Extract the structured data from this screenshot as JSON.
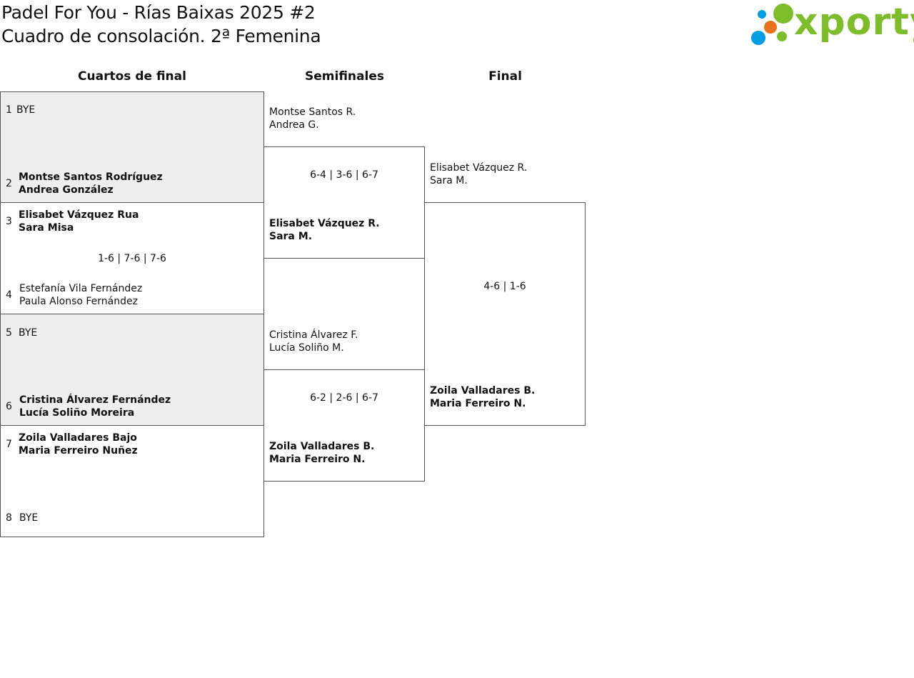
{
  "header": {
    "title_line1": "Padel For You - Rías Baixas 2025 #2",
    "title_line2": "Cuadro de consolación. 2ª Femenina"
  },
  "logo": {
    "text": "xporty",
    "color": "#7dbd2a",
    "dot_colors": [
      "#009ee3",
      "#e8731a",
      "#7dbd2a"
    ]
  },
  "rounds": [
    "Cuartos de final",
    "Semifinales",
    "Final"
  ],
  "quarterfinals": [
    {
      "seed_a": "1",
      "a": [
        "BYE"
      ],
      "seed_b": "2",
      "b": [
        "Montse Santos Rodríguez",
        "Andrea González"
      ],
      "score": ""
    },
    {
      "seed_a": "3",
      "a": [
        "Elisabet Vázquez Rua",
        "Sara Misa"
      ],
      "seed_b": "4",
      "b": [
        "Estefanía Vila Fernández",
        "Paula Alonso Fernández"
      ],
      "score": "1-6 | 7-6 | 7-6"
    },
    {
      "seed_a": "5",
      "a": [
        "BYE"
      ],
      "seed_b": "6",
      "b": [
        "Cristina Álvarez Fernández",
        "Lucía Soliño Moreira"
      ],
      "score": ""
    },
    {
      "seed_a": "7",
      "a": [
        "Zoila Valladares Bajo",
        "Maria Ferreiro Nuñez"
      ],
      "seed_b": "8",
      "b": [
        "BYE"
      ],
      "score": ""
    }
  ],
  "semifinals": [
    {
      "a": [
        "Montse Santos R.",
        "Andrea G."
      ],
      "b": [
        "Elisabet Vázquez R.",
        "Sara M."
      ],
      "score": "6-4 | 3-6 | 6-7"
    },
    {
      "a": [
        "Cristina Álvarez F.",
        "Lucía Soliño M."
      ],
      "b": [
        "Zoila Valladares B.",
        "Maria Ferreiro N."
      ],
      "score": "6-2 | 2-6 | 6-7"
    }
  ],
  "final": {
    "a": [
      "Elisabet Vázquez R.",
      "Sara M."
    ],
    "b": [
      "Zoila Valladares B.",
      "Maria Ferreiro N."
    ],
    "score": "4-6 | 1-6"
  }
}
